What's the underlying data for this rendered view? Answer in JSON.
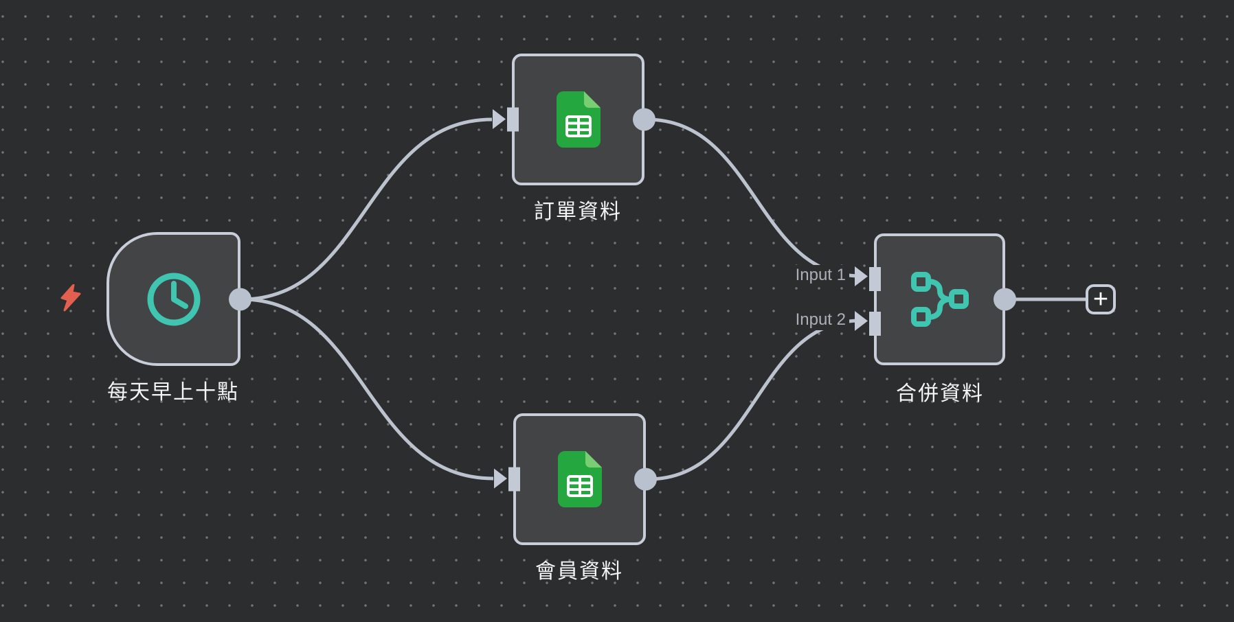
{
  "app": "workflow-editor-canvas",
  "nodes": [
    {
      "id": "schedule-trigger",
      "label": "每天早上十點",
      "type": "schedule-trigger",
      "icon": "clock-icon",
      "has_trigger_bolt": true
    },
    {
      "id": "sheets-orders",
      "label": "訂單資料",
      "type": "google-sheets",
      "icon": "google-sheets-icon"
    },
    {
      "id": "sheets-members",
      "label": "會員資料",
      "type": "google-sheets",
      "icon": "google-sheets-icon"
    },
    {
      "id": "merge",
      "label": "合併資料",
      "type": "merge",
      "icon": "merge-icon",
      "inputs": [
        "Input 1",
        "Input 2"
      ]
    }
  ],
  "connections": [
    {
      "from": "schedule-trigger",
      "to": "sheets-orders"
    },
    {
      "from": "schedule-trigger",
      "to": "sheets-members"
    },
    {
      "from": "sheets-orders",
      "to": "merge",
      "input": "Input 1"
    },
    {
      "from": "sheets-members",
      "to": "merge",
      "input": "Input 2"
    }
  ],
  "add_button": {
    "label": "+"
  },
  "colors": {
    "canvas_bg": "#2c2d2e",
    "grid_dot": "#737477",
    "node_fill": "#424446",
    "node_border": "#c8ced9",
    "connection": "#bcc3cf",
    "accent_teal": "#3fc5b0",
    "sheets_green": "#23a73e",
    "sheets_green_light": "#79ce74",
    "trigger_bolt": "#e4604e",
    "node_label": "#f3f5f7",
    "port_label": "#abb0b8"
  }
}
